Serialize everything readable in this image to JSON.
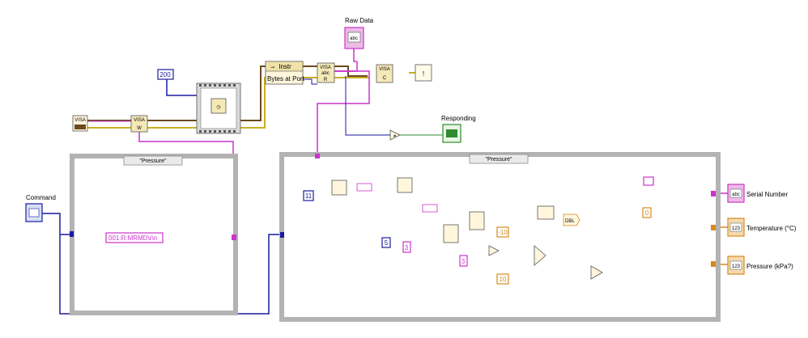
{
  "colors": {
    "string_wire": "#cc33cc",
    "int_wire": "#1a1aa0",
    "dbl_wire": "#d88a1e",
    "bool_wire": "#2e8b2e",
    "visa_wire": "#6b4a1e",
    "error_wire": "#c8b020",
    "frame_gray": "#9a9a9a"
  },
  "labels": {
    "raw_data": "Raw Data",
    "responding": "Responding",
    "command": "Command",
    "serial_number": "Serial Number",
    "temperature": "Temperature (°C)",
    "pressure": "Pressure (kPa?)"
  },
  "constants": {
    "timeout_ms": "200",
    "command_string": "001:R:MRMD\\r\\n",
    "index_11": "11",
    "index_5": "5",
    "index_3": "3",
    "neg_10": "-10",
    "pos_10": "10",
    "zero": "0"
  },
  "nodes": {
    "instr_property": "Instr",
    "bytes_at_port": "Bytes at Port",
    "dbl_convert": "DBL"
  },
  "case_selectors": {
    "left_case": "\"Pressure\"",
    "right_case": "\"Pressure\""
  },
  "icons": {
    "control_string": "abc",
    "indicator_numeric": "123",
    "visa_write": "W",
    "visa_read": "R",
    "visa_close": "C",
    "error_handler": "!"
  }
}
